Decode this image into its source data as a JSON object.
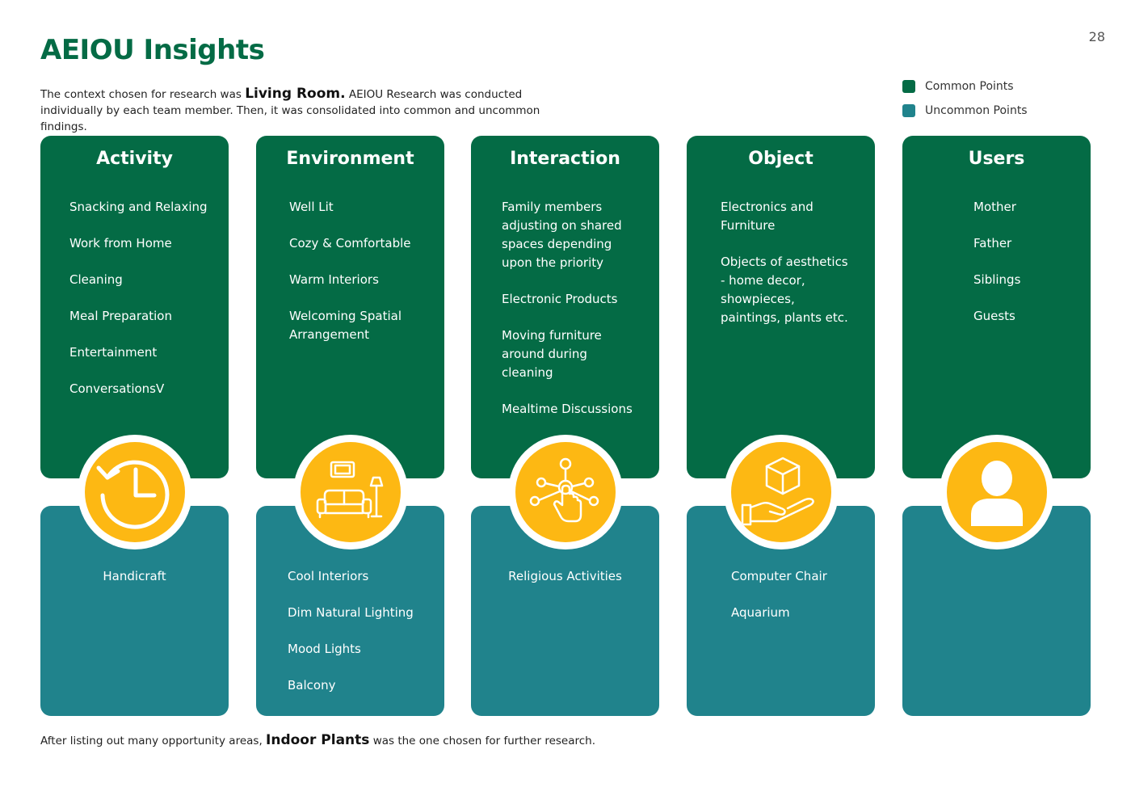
{
  "header": {
    "title": "AEIOU Insights",
    "page_number": "28",
    "intro": {
      "prefix": "The context chosen for research was ",
      "highlight": "Living Room.",
      "suffix": " AEIOU Research was conducted individually by each team member. Then, it was consolidated into common and uncommon findings."
    }
  },
  "legend": {
    "items": [
      {
        "label": "Common Points",
        "color": "#046b45"
      },
      {
        "label": "Uncommon Points",
        "color": "#20838c"
      }
    ]
  },
  "colors": {
    "common": "#046b45",
    "uncommon": "#20838c",
    "accent": "#fdb813",
    "title": "#046b45"
  },
  "columns": [
    {
      "title": "Activity",
      "icon": "clock-icon",
      "common": [
        "Snacking and Relaxing",
        "Work from Home",
        "Cleaning",
        "Meal Preparation",
        "Entertainment",
        "ConversationsV"
      ],
      "uncommon": [
        "Handicraft"
      ]
    },
    {
      "title": "Environment",
      "icon": "living-room-icon",
      "common": [
        "Well Lit",
        "Cozy & Comfortable",
        "Warm Interiors",
        "Welcoming Spatial Arrangement"
      ],
      "uncommon": [
        "Cool Interiors",
        "Dim Natural Lighting",
        "Mood Lights",
        "Balcony"
      ]
    },
    {
      "title": "Interaction",
      "icon": "touch-network-icon",
      "common": [
        "Family members adjusting on shared spaces depending upon the priority",
        "Electronic Products",
        "Moving furniture around during cleaning",
        "Mealtime Discussions"
      ],
      "uncommon": [
        "Religious Activities"
      ]
    },
    {
      "title": "Object",
      "icon": "box-on-hand-icon",
      "common": [
        "Electronics and Furniture",
        "Objects of aesthetics - home decor, showpieces, paintings, plants etc."
      ],
      "uncommon": [
        "Computer Chair",
        "Aquarium"
      ]
    },
    {
      "title": "Users",
      "icon": "user-icon",
      "common": [
        "Mother",
        "Father",
        "Siblings",
        "Guests"
      ],
      "uncommon": []
    }
  ],
  "footer": {
    "prefix": "After listing out many opportunity areas, ",
    "highlight": "Indoor Plants",
    "suffix": " was the one chosen for further research."
  }
}
